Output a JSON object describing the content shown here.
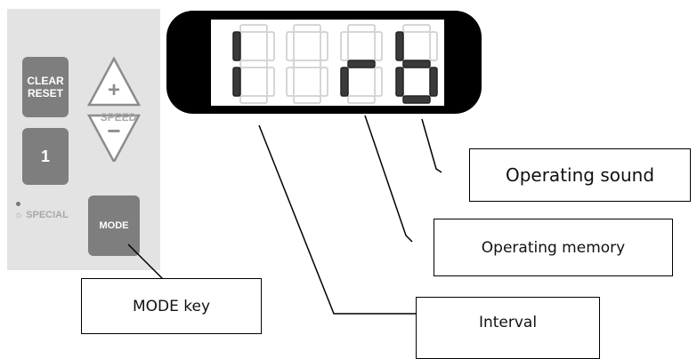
{
  "panel": {
    "clear_reset_label": [
      "CLEAR",
      "RESET"
    ],
    "speed_label": "SPEED",
    "one_label": "1",
    "mode_label": "MODE",
    "special_label": "SPECIAL",
    "plus_symbol": "+",
    "minus_symbol": "−"
  },
  "display": {
    "digits": [
      {
        "name": "digit-1",
        "segments": [
          "e",
          "f"
        ],
        "desc": "interval indicator"
      },
      {
        "name": "digit-2",
        "segments": [],
        "desc": "blank"
      },
      {
        "name": "digit-3",
        "segments": [
          "e",
          "g"
        ],
        "char": "r"
      },
      {
        "name": "digit-4",
        "segments": [
          "c",
          "d",
          "e",
          "f",
          "g"
        ],
        "char": "b"
      }
    ],
    "lit_color": "#3a3a3a",
    "unlit_color": "#c8c8c8"
  },
  "labels": {
    "operating_sound": "Operating sound",
    "operating_memory": "Operating memory",
    "mode_key": "MODE key",
    "interval": "Interval"
  }
}
